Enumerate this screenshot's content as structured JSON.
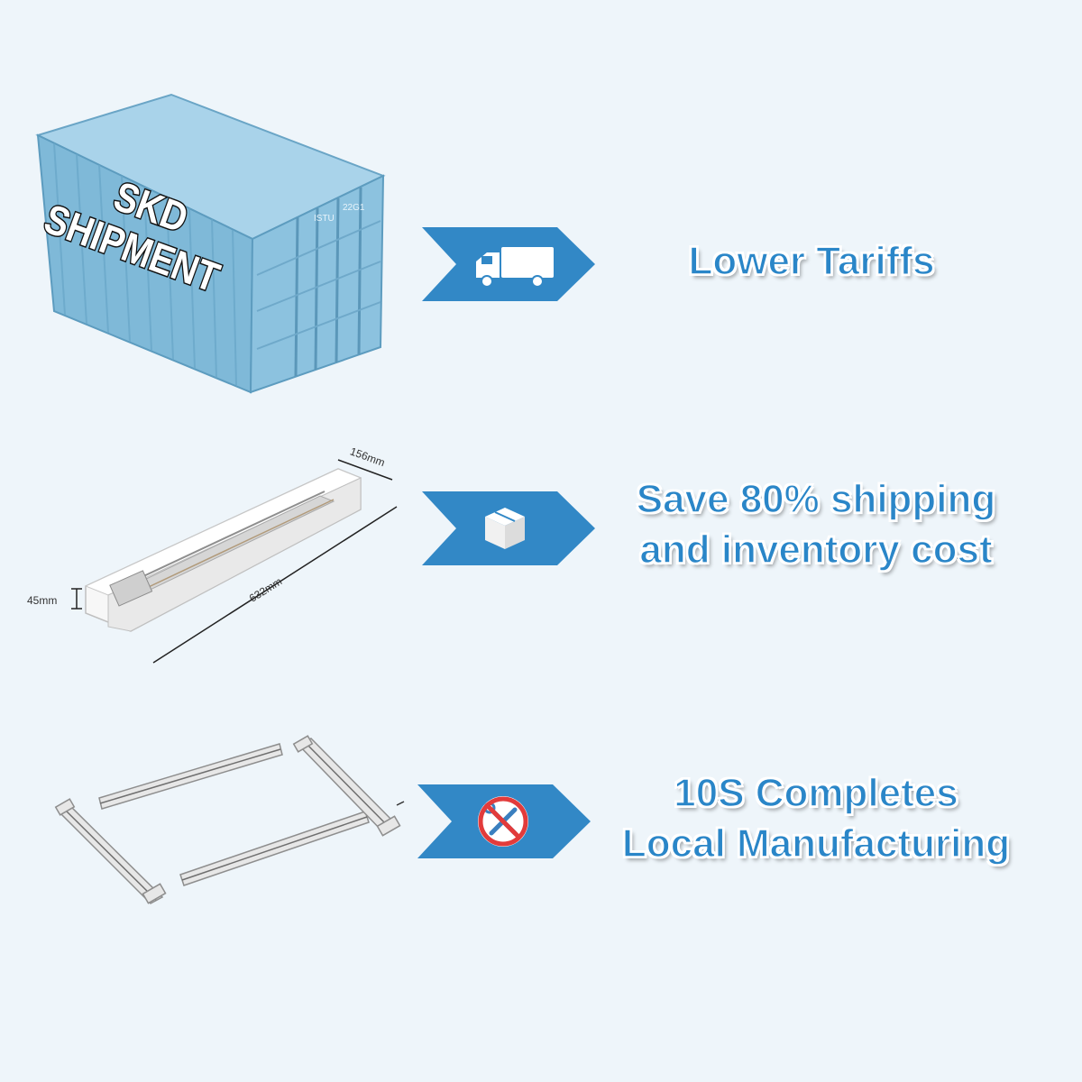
{
  "container": {
    "label_line1": "SKD",
    "label_line2": "SHIPMENT",
    "door_code_1": "ISTU",
    "door_code_2": "22G1",
    "color": "#7fb9d8"
  },
  "rows": [
    {
      "icon": "truck-icon",
      "text_line1": "Lower Tariffs",
      "text_line2": ""
    },
    {
      "icon": "box-icon",
      "text_line1": "Save 80% shipping",
      "text_line2": "and inventory cost"
    },
    {
      "icon": "no-tools-icon",
      "text_line1": "10S Completes",
      "text_line2": "Local Manufacturing"
    }
  ],
  "dimensions": {
    "width": "156mm",
    "length": "632mm",
    "height": "45mm"
  },
  "colors": {
    "accent": "#2a86c8",
    "background": "#eef5fa",
    "arrow": "#3288c6"
  }
}
